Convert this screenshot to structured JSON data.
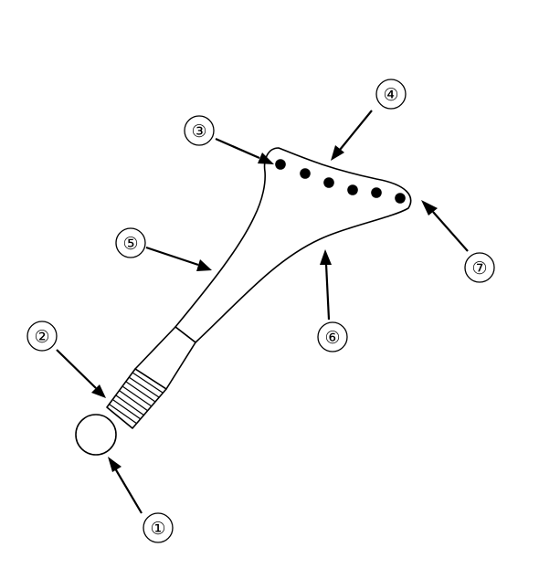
{
  "callouts": [
    {
      "id": "1",
      "label": "①"
    },
    {
      "id": "2",
      "label": "②"
    },
    {
      "id": "3",
      "label": "③"
    },
    {
      "id": "4",
      "label": "④"
    },
    {
      "id": "5",
      "label": "⑤"
    },
    {
      "id": "6",
      "label": "⑥"
    },
    {
      "id": "7",
      "label": "⑦"
    }
  ],
  "colors": {
    "stroke": "#000000",
    "background": "#ffffff"
  }
}
